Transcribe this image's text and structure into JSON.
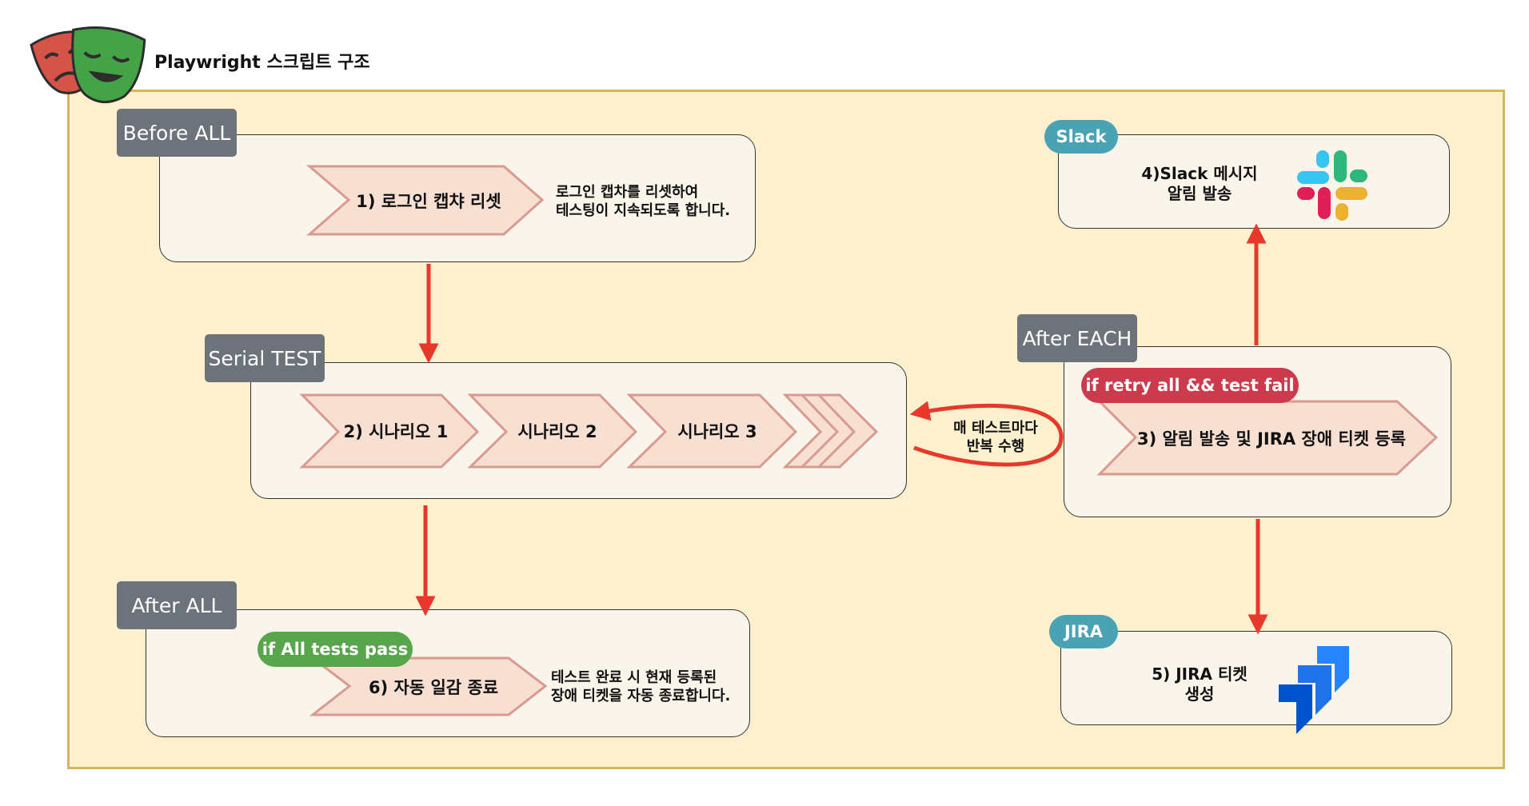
{
  "title": "Playwright 스크립트 구조",
  "colors": {
    "container_fill": "#fdf0cf",
    "container_border": "#d6b656",
    "panel_fill": "#faf5ea",
    "tag_gray": "#6d737a",
    "tag_teal": "#4aa3b3",
    "pill_red": "#cc3b4b",
    "pill_green": "#57a64b",
    "chevron_fill": "#f7dfd1",
    "chevron_border": "#d99a90",
    "arrow": "#e8382b"
  },
  "logo": {
    "name": "playwright-logo-icon"
  },
  "before_all": {
    "tag": "Before ALL",
    "step": "1) 로그인 캡챠 리셋",
    "desc_line1": "로그인 캡차를 리셋하여",
    "desc_line2": "테스팅이 지속되도록 합니다."
  },
  "serial_test": {
    "tag": "Serial TEST",
    "steps": [
      "2) 시나리오 1",
      "시나리오 2",
      "시나리오 3"
    ]
  },
  "loop_label": {
    "line1": "매 테스트마다",
    "line2": "반복 수행"
  },
  "after_all": {
    "tag": "After ALL",
    "condition": "if All tests pass",
    "step": "6) 자동 일감 종료",
    "desc_line1": "테스트 완료 시 현재 등록된",
    "desc_line2": "장애 티켓을 자동 종료합니다."
  },
  "after_each": {
    "tag": "After EACH",
    "condition": "if retry all && test fail",
    "step": "3) 알림 발송 및 JIRA 장애 티켓 등록"
  },
  "slack": {
    "tag": "Slack",
    "line1": "4)Slack 메시지",
    "line2": "알림 발송",
    "icon": "slack-logo-icon"
  },
  "jira": {
    "tag": "JIRA",
    "line1": "5) JIRA 티켓",
    "line2": "생성",
    "icon": "jira-logo-icon"
  }
}
